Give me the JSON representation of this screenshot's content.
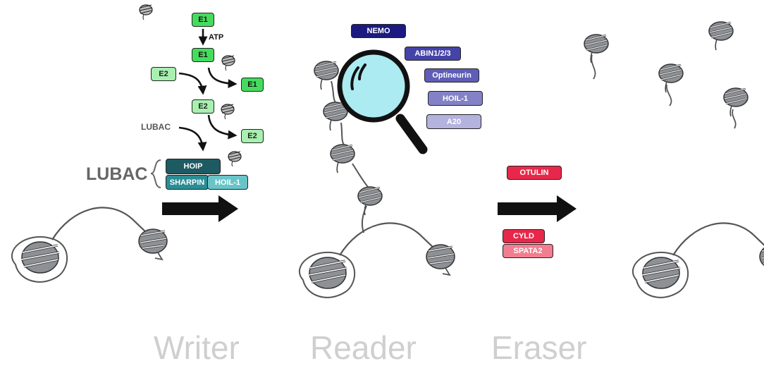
{
  "writer": {
    "e1_labels": [
      "E1",
      "E1",
      "E1"
    ],
    "e2_labels": [
      "E2",
      "E2",
      "E2"
    ],
    "atp": "ATP",
    "lubac_small": "LUBAC",
    "lubac_big": "LUBAC",
    "hoip": "HOIP",
    "sharpin": "SHARPIN",
    "hoil": "HOIL-1"
  },
  "reader": {
    "items": [
      "NEMO",
      "ABIN1/2/3",
      "Optineurin",
      "HOIL-1",
      "A20"
    ]
  },
  "eraser": {
    "otulin": "OTULIN",
    "cyld": "CYLD",
    "spata2": "SPATA2"
  },
  "stages": [
    "Writer",
    "Reader",
    "Eraser"
  ],
  "colors": {
    "e1": "#45dc5e",
    "e2": "#a8f0b0",
    "hoip": "#1d5a62",
    "sharpin": "#2b8d94",
    "hoil_writer": "#69c4c8",
    "nemo": "#1c1a80",
    "abin": "#4443a8",
    "optineurin": "#5e5db8",
    "hoil_reader": "#8482c6",
    "a20": "#b4b2de",
    "otulin": "#e8284a",
    "cyld": "#e8284a",
    "spata2": "#f27d90",
    "lens": "#9ce8ee"
  }
}
